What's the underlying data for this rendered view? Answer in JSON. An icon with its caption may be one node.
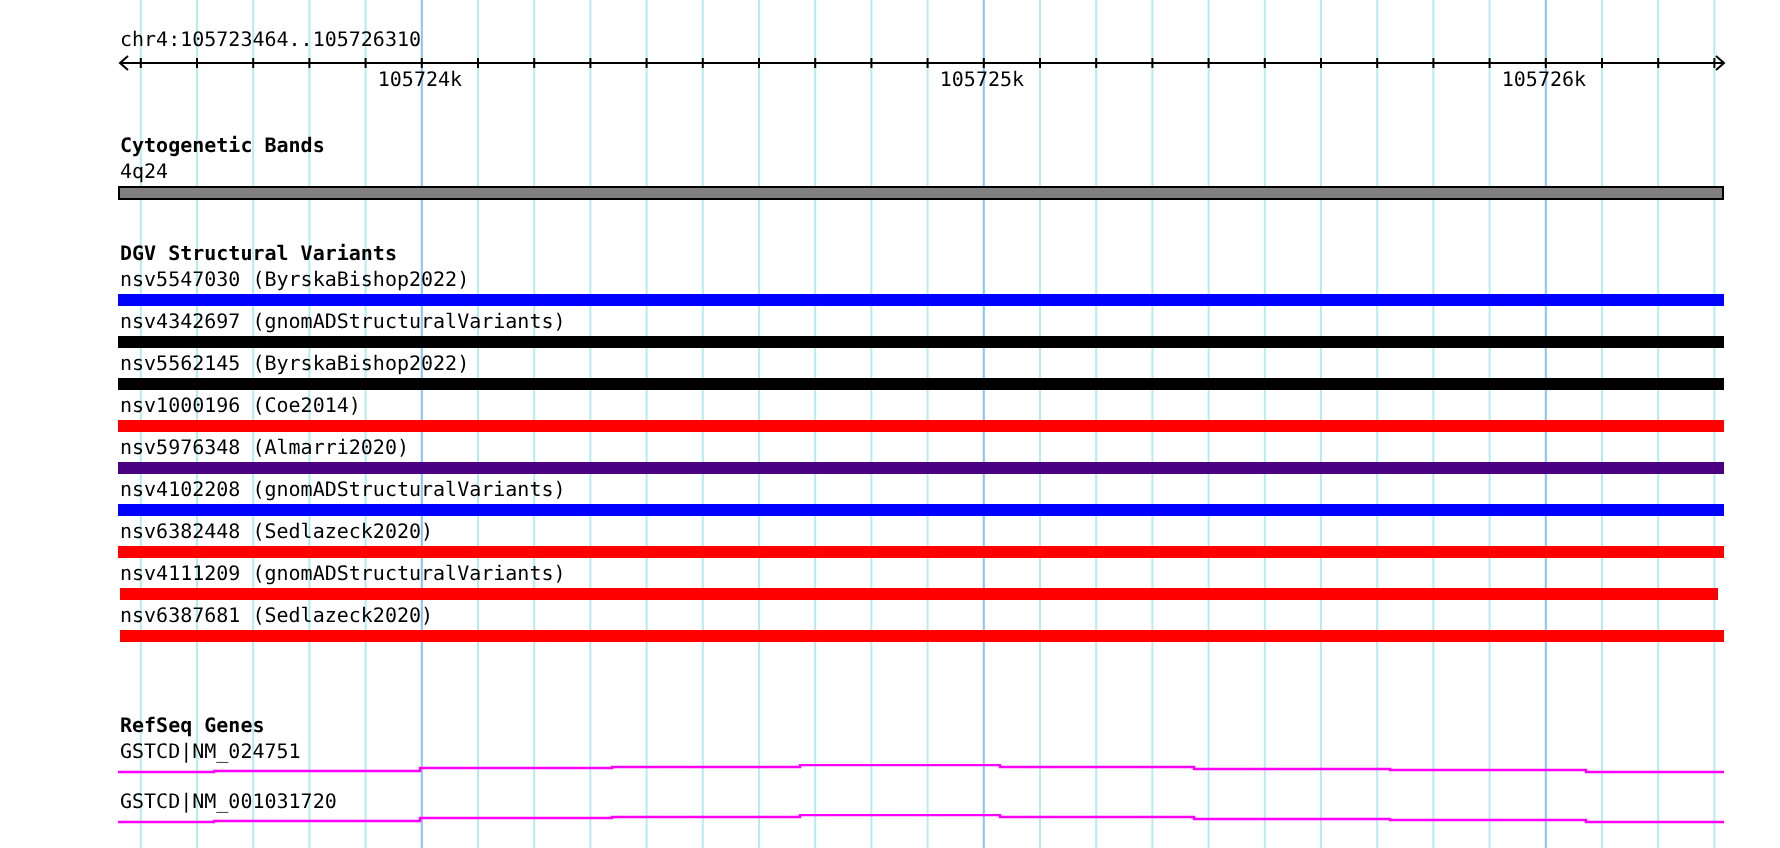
{
  "diagram": {
    "nodes": [
      {
        "text": [
          "Cytogenetic Bands"
        ]
      },
      {
        "text": [
          "4q24"
        ],
        "in": 0
      },
      {
        "text": [
          "DGV Structural Variants"
        ]
      },
      {
        "text": [
          "nsv5547030 (ByrskaBishop2022)"
        ],
        "in": 2
      },
      {
        "text": [
          "nsv4342697 (gnomADStructuralVariants)"
        ],
        "in": 2
      },
      {
        "text": [
          "nsv5562145 (ByrskaBishop2022)"
        ],
        "in": 2
      },
      {
        "text": [
          "nsv1000196 (Coe2014)"
        ],
        "in": 2
      },
      {
        "text": [
          "nsv5976348 (Almarri2020)"
        ],
        "in": 2
      },
      {
        "text": [
          "nsv4102208 (gnomADStructuralVariants)"
        ],
        "in": 2
      },
      {
        "text": [
          "nsv6382448 (Sedlazeck2020)"
        ],
        "in": 2
      },
      {
        "text": [
          "nsv4111209 (gnomADStructuralVariants)"
        ],
        "in": 2
      },
      {
        "text": [
          "nsv6387681 (Sedlazeck2020)"
        ],
        "in": 2
      },
      {
        "text": [
          "RefSeq Genes"
        ]
      },
      {
        "text": [
          "GSTCD|NM_024751"
        ],
        "in": 12
      },
      {
        "text": [
          "GSTCD|NM_001031720"
        ],
        "in": 12
      }
    ],
    "edges": [],
    "labels": [
      "chr4:105723464..105726310",
      "105724k",
      "105725k",
      "105726k"
    ]
  }
}
